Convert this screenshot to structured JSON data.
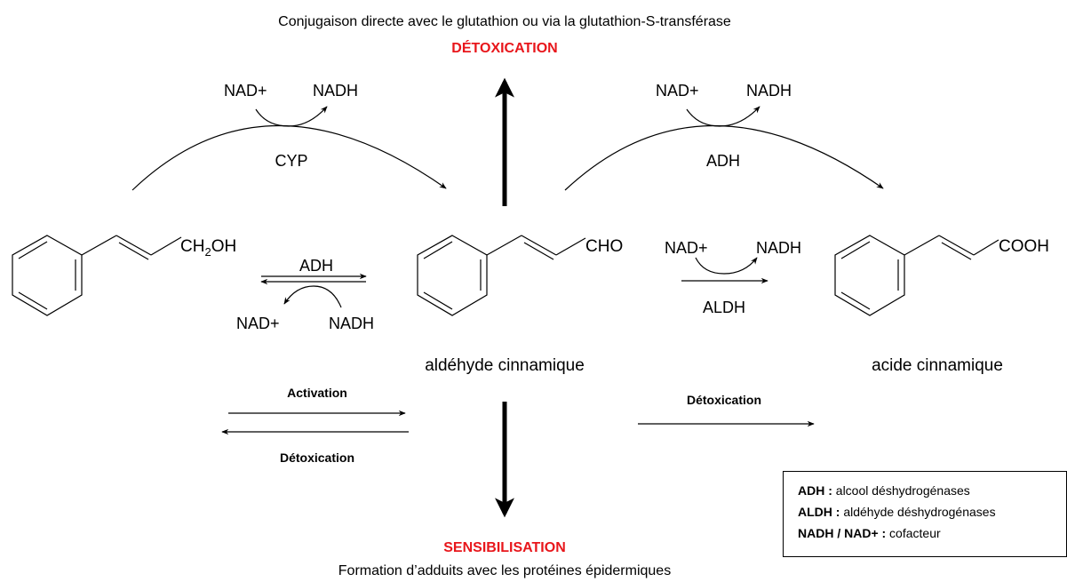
{
  "top": {
    "conjugation_text": "Conjugaison directe avec le glutathion ou via la glutathion-S-transférase",
    "detox_label": "DÉTOXICATION"
  },
  "bottom": {
    "sensitization_label": "SENSIBILISATION",
    "adducts_text": "Formation d’adduits avec les protéines épidermiques"
  },
  "left_arc": {
    "cofactor_in": "NAD+",
    "cofactor_out": "NADH",
    "enzyme": "CYP"
  },
  "right_arc": {
    "cofactor_in": "NAD+",
    "cofactor_out": "NADH",
    "enzyme": "ADH"
  },
  "left_equilibrium": {
    "enzyme": "ADH",
    "cofactor_out": "NAD+",
    "cofactor_in": "NADH"
  },
  "right_reaction": {
    "cofactor_in": "NAD+",
    "cofactor_out": "NADH",
    "enzyme": "ALDH"
  },
  "molecules": {
    "alcohol_group_main": "CH",
    "alcohol_group_sub": "2",
    "alcohol_group_tail": "OH",
    "aldehyde_group": "CHO",
    "aldehyde_name": "aldéhyde cinnamique",
    "acid_group": "COOH",
    "acid_name": "acide cinnamique"
  },
  "lower_arrows": {
    "activation": "Activation",
    "detox_left": "Détoxication",
    "detox_right": "Détoxication"
  },
  "legend": {
    "adh_key": "ADH :",
    "adh_value": " alcool déshydrogénases",
    "aldh_key": "ALDH :",
    "aldh_value": " aldéhyde déshydrogénases",
    "nad_key": "NADH / NAD+ :",
    "nad_value": " cofacteur"
  }
}
